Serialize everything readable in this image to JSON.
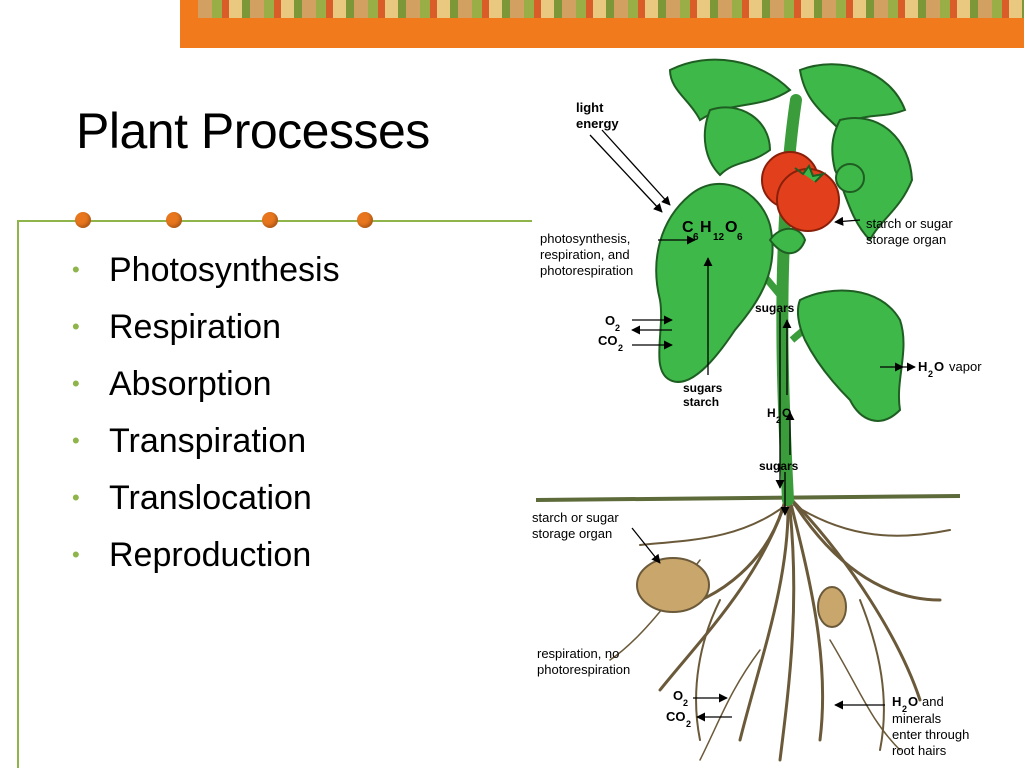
{
  "slide": {
    "title": "Plant Processes",
    "bullets": [
      "Photosynthesis",
      "Respiration",
      "Absorption",
      "Transpiration",
      "Translocation",
      "Reproduction"
    ],
    "bullet_glyph": "•"
  },
  "diagram": {
    "light_energy": [
      "light",
      "energy"
    ],
    "photosynthesis": [
      "photosynthesis,",
      "respiration, and",
      "photorespiration"
    ],
    "glucose": {
      "c": "C",
      "c_sub": "6",
      "h": "H",
      "h_sub": "12",
      "o": "O",
      "o_sub": "6"
    },
    "o2": {
      "base": "O",
      "sub": "2"
    },
    "co2": {
      "base": "CO",
      "sub": "2"
    },
    "sugars_starch": [
      "sugars",
      "starch"
    ],
    "sugars_stem": "sugars",
    "sugars_lower": "sugars",
    "water_stem": {
      "base": "H",
      "sub": "2",
      "tail": "O"
    },
    "storage_top": [
      "starch or sugar",
      "storage organ"
    ],
    "vapor": {
      "base": "H",
      "sub": "2",
      "tail": "O",
      "label": "vapor"
    },
    "storage_root": [
      "starch or sugar",
      "storage organ"
    ],
    "respiration_root": [
      "respiration, no",
      "photorespiration"
    ],
    "root_o2": {
      "base": "O",
      "sub": "2"
    },
    "root_co2": {
      "base": "CO",
      "sub": "2"
    },
    "water_minerals": {
      "base": "H",
      "sub": "2",
      "tail": "O",
      "label": "and",
      "lines": [
        "minerals",
        "enter through",
        "root hairs"
      ]
    }
  },
  "colors": {
    "banner": "#f07a1c",
    "frame": "#8fb44a",
    "dot": "#e8761e",
    "leaf": "#3fb84a",
    "tomato": "#e2401c",
    "potato": "#c9a66b"
  }
}
